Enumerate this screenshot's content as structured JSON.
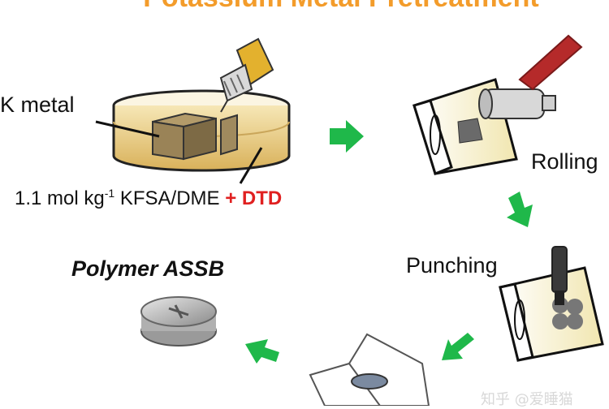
{
  "title": "Potassium Metal Pretreatment",
  "labels": {
    "k_metal": "K metal",
    "electrolyte_prefix": "1.1 mol kg",
    "electrolyte_sup": "-1",
    "electrolyte_suffix": " KFSA/DME ",
    "additive": "+ DTD",
    "rolling": "Rolling",
    "punching": "Punching",
    "product": "Polymer ASSB"
  },
  "watermark": "知乎 @爱睡猫",
  "colors": {
    "title": "#f39c2b",
    "arrow": "#1fb84a",
    "additive": "#e02020",
    "electrolyte": "#e6c77a",
    "roller": "#b52a2a"
  }
}
